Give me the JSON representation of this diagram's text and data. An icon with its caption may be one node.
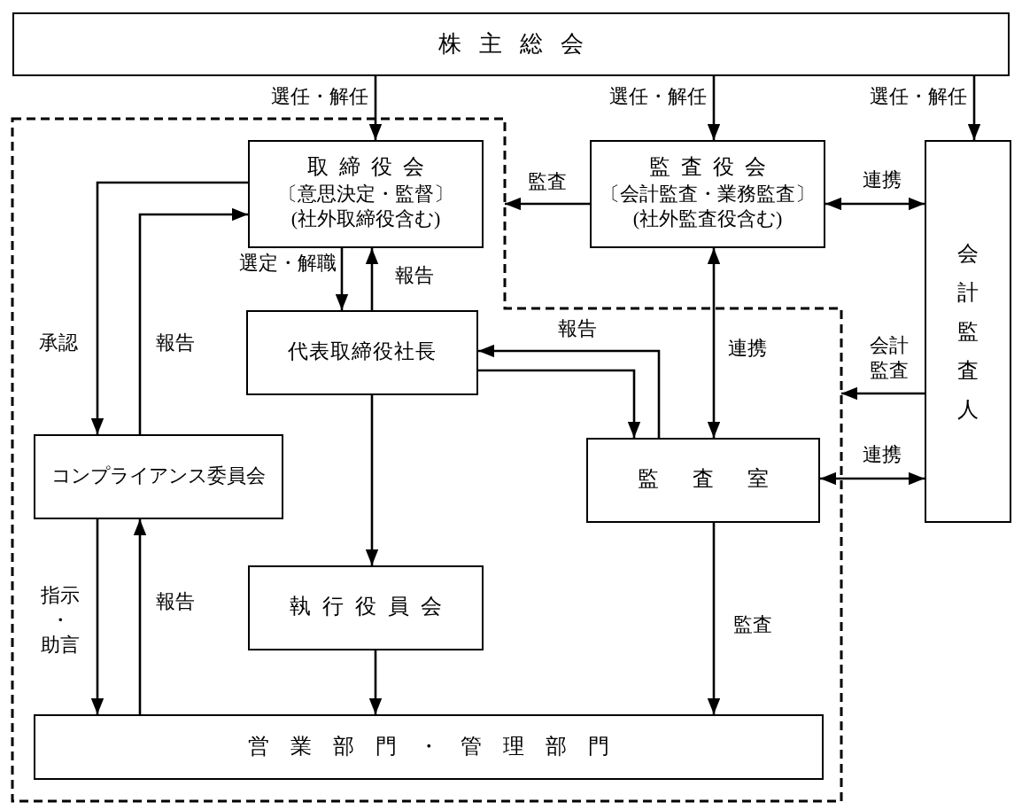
{
  "diagram": {
    "nodes": [
      {
        "text": [
          "株主総会"
        ]
      },
      {
        "text": [],
        "shape": "box"
      },
      {
        "text": [
          "取締役会",
          "〔意思決定・監督〕",
          "(社外取締役含む)"
        ],
        "in": 1
      },
      {
        "text": [
          "監査役会",
          "〔会計監査・業務監査〕",
          "(社外監査役含む)"
        ]
      },
      {
        "text": [
          "会計監査人"
        ]
      },
      {
        "text": [
          "代表取締役社長"
        ],
        "in": 1
      },
      {
        "text": [
          "コンプライアンス委員会"
        ],
        "in": 1
      },
      {
        "text": [
          "監査室"
        ],
        "in": 1
      },
      {
        "text": [
          "執行役員会"
        ],
        "in": 1
      },
      {
        "text": [
          "営業部門・管理部門"
        ],
        "in": 1
      }
    ],
    "edges": [
      {
        "from": 0,
        "to": 2,
        "arrow": "to",
        "label": "選任・解任"
      },
      {
        "from": 0,
        "to": 3,
        "arrow": "to",
        "label": "選任・解任"
      },
      {
        "from": 0,
        "to": 4,
        "arrow": "to",
        "label": "選任・解任"
      },
      {
        "from": 3,
        "to": 1,
        "arrow": "to",
        "label": "監査"
      },
      {
        "from": 3,
        "to": 4,
        "arrow": "both",
        "label": "連携"
      },
      {
        "from": 2,
        "to": 5,
        "arrow": "to",
        "label": "選定・解職"
      },
      {
        "from": 5,
        "to": 2,
        "arrow": "to",
        "label": "報告"
      },
      {
        "from": 2,
        "to": 6,
        "arrow": "to",
        "label": "承認"
      },
      {
        "from": 6,
        "to": 2,
        "arrow": "to",
        "label": "報告"
      },
      {
        "from": 3,
        "to": 7,
        "arrow": "both",
        "label": "連携"
      },
      {
        "from": 5,
        "to": 7,
        "arrow": "to"
      },
      {
        "from": 7,
        "to": 5,
        "arrow": "to",
        "label": "報告"
      },
      {
        "from": 4,
        "to": 1,
        "arrow": "to",
        "label": "会計監査"
      },
      {
        "from": 7,
        "to": 4,
        "arrow": "both",
        "label": "連携"
      },
      {
        "from": 5,
        "to": 8,
        "arrow": "to"
      },
      {
        "from": 8,
        "to": 9,
        "arrow": "to"
      },
      {
        "from": 6,
        "to": 9,
        "arrow": "to",
        "label": "指示・助言"
      },
      {
        "from": 9,
        "to": 6,
        "arrow": "to",
        "label": "報告"
      },
      {
        "from": 7,
        "to": 9,
        "arrow": "to",
        "label": "監査"
      }
    ]
  }
}
